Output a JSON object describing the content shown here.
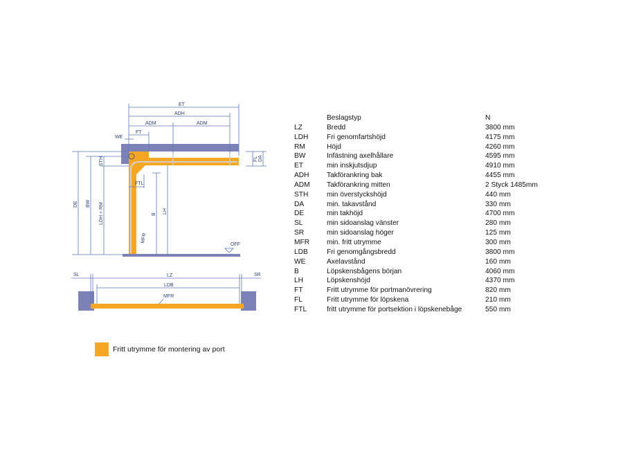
{
  "diagram": {
    "labels": {
      "ET": "ET",
      "ADH": "ADH",
      "ADM": "ADM",
      "FT": "FT",
      "WE": "WE",
      "DE": "DE",
      "BW": "BW",
      "LDH_RM": "LDH + RM",
      "STH": "STH",
      "FTL": "FTL",
      "MFR": "MFR",
      "B": "B",
      "LH": "LH",
      "FL": "FL",
      "DA": "DA",
      "OFF": "OFF",
      "SL": "SL",
      "SR": "SR",
      "LZ": "LZ",
      "LDB": "LDB"
    },
    "colors": {
      "free_space": "#f5a623",
      "structure": "#7c82b8",
      "dimension": "#5a78b8"
    }
  },
  "table": {
    "header": {
      "code": "",
      "desc": "Beslagstyp",
      "value": "N"
    },
    "rows": [
      {
        "code": "LZ",
        "desc": "Bredd",
        "value": "3800 mm"
      },
      {
        "code": "LDH",
        "desc": "Fri genomfartshöjd",
        "value": "4175 mm"
      },
      {
        "code": "RM",
        "desc": "Höjd",
        "value": "4260 mm"
      },
      {
        "code": "BW",
        "desc": "Infästning axelhållare",
        "value": "4595 mm"
      },
      {
        "code": "ET",
        "desc": "min inskjutsdjup",
        "value": "4910 mm"
      },
      {
        "code": "ADH",
        "desc": "Takförankring bak",
        "value": "4455 mm"
      },
      {
        "code": "ADM",
        "desc": "Takförankring mitten",
        "value": "2 Styck  1485mm"
      },
      {
        "code": "STH",
        "desc": "min överstyckshöjd",
        "value": "440 mm"
      },
      {
        "code": "DA",
        "desc": "min. takavstånd",
        "value": "330 mm"
      },
      {
        "code": "DE",
        "desc": "min takhöjd",
        "value": "4700 mm"
      },
      {
        "code": "SL",
        "desc": "min sidoanslag vänster",
        "value": "280 mm"
      },
      {
        "code": "SR",
        "desc": "min sidoanslag höger",
        "value": "125 mm"
      },
      {
        "code": "MFR",
        "desc": "min. fritt utrymme",
        "value": "300 mm"
      },
      {
        "code": "LDB",
        "desc": "Fri genomgångsbredd",
        "value": "3800 mm"
      },
      {
        "code": "WE",
        "desc": "Axelavstånd",
        "value": "160 mm"
      },
      {
        "code": "B",
        "desc": "Löpskensbågens början",
        "value": "4060 mm"
      },
      {
        "code": "LH",
        "desc": "Löpskenshöjd",
        "value": "4370 mm"
      },
      {
        "code": "FT",
        "desc": "Fritt utrymme för portmanövrering",
        "value": "820 mm"
      },
      {
        "code": "FL",
        "desc": "Fritt utrymme för löpskena",
        "value": "210 mm"
      },
      {
        "code": "FTL",
        "desc": "fritt utrymme för portsektion i löpskenebåge",
        "value": "550 mm"
      }
    ]
  },
  "legend": {
    "label": "Fritt utrymme för montering av port"
  }
}
